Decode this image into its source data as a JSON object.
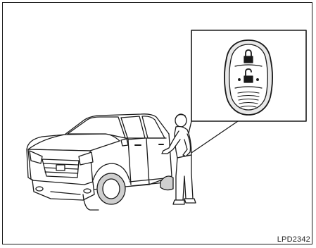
{
  "figure": {
    "code": "LPD2342"
  },
  "illustration": {
    "subjects": [
      "pickup-truck",
      "person",
      "intelligent-key"
    ],
    "key_buttons": [
      "lock-icon",
      "unlock-icon"
    ]
  },
  "colors": {
    "line": "#1a1a1a",
    "fill": "#ffffff",
    "shade": "#cfcfcf"
  }
}
